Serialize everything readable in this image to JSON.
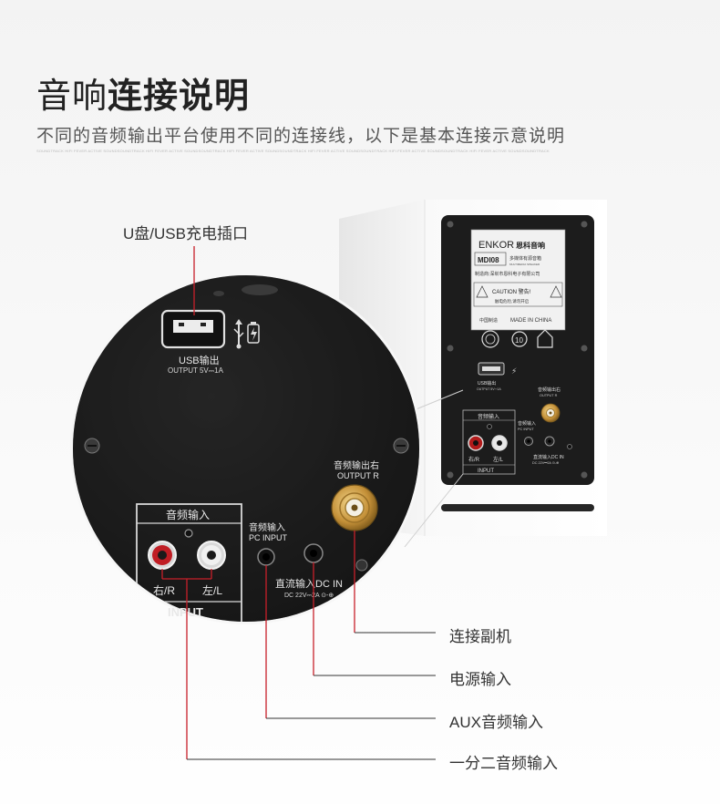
{
  "header": {
    "title_light": "音响",
    "title_bold": "连接说明",
    "subtitle": "不同的音频输出平台使用不同的连接线，以下是基本连接示意说明",
    "micro_text": "SOUNDTRACK HIFI FEVER ACTIVE SOUNDSOUNDTRACK HIFI FEVER ACTIVE SOUNDSOUNDTRACK HIFI FEVER ACTIVE SOUNDSOUNDTRACK HIFI FEVER ACTIVE SOUNDSOUNDTRACK HIFI FEVER ACTIVE SOUNDSOUNDTRACK HIFI FEVER ACTIVE SOUNDSOUNDTRACK"
  },
  "callouts": {
    "usb": "U盘/USB充电插口",
    "slave": "连接副机",
    "power": "电源输入",
    "aux": "AUX音频输入",
    "split": "一分二音频输入"
  },
  "zoom_panel": {
    "usb_label": "USB输出",
    "usb_sub": "OUTPUT 5V⎓1A",
    "audio_in_title": "音频输入",
    "right_label": "右/R",
    "left_label": "左/L",
    "input_label": "INPUT",
    "pc_input_cn": "音频输入",
    "pc_input_en": "PC INPUT",
    "output_r_cn": "音频输出右",
    "output_r_en": "OUTPUT R",
    "dc_in_cn": "直流输入DC IN",
    "dc_in_sub": "DC 22V⎓2A ⊙-⊕"
  },
  "speaker_panel": {
    "brand": "ENKOR",
    "brand_cn": "恩科音响",
    "model": "MDI08",
    "model_desc": "多媒体有源音箱",
    "model_desc_en": "MULTIMEDIA SPEAKER",
    "maker": "制造商:深圳市恩科电子有限公司",
    "caution": "CAUTION 警告!",
    "caution_sub": "触电危险,请勿开启",
    "made_cn": "中国制造",
    "made_en": "MADE IN CHINA",
    "cert_10": "10",
    "usb_label": "USB输出",
    "usb_sub": "OUTPUT 5V⎓1A",
    "output_cn": "音频输出右",
    "output_en": "OUTPUT R",
    "audio_in": "音频输入",
    "pc_input_cn": "音频输入",
    "pc_input_en": "PC INPUT",
    "right": "右/R",
    "left": "左/L",
    "input": "INPUT",
    "dc_in": "直流输入DC IN",
    "dc_sub": "DC 22V⎓2A ⊙-⊕"
  },
  "colors": {
    "callout_line": "#c8202a",
    "leader_line": "#333333",
    "panel": "#1b1b1b",
    "gold": "#c9a14b"
  }
}
